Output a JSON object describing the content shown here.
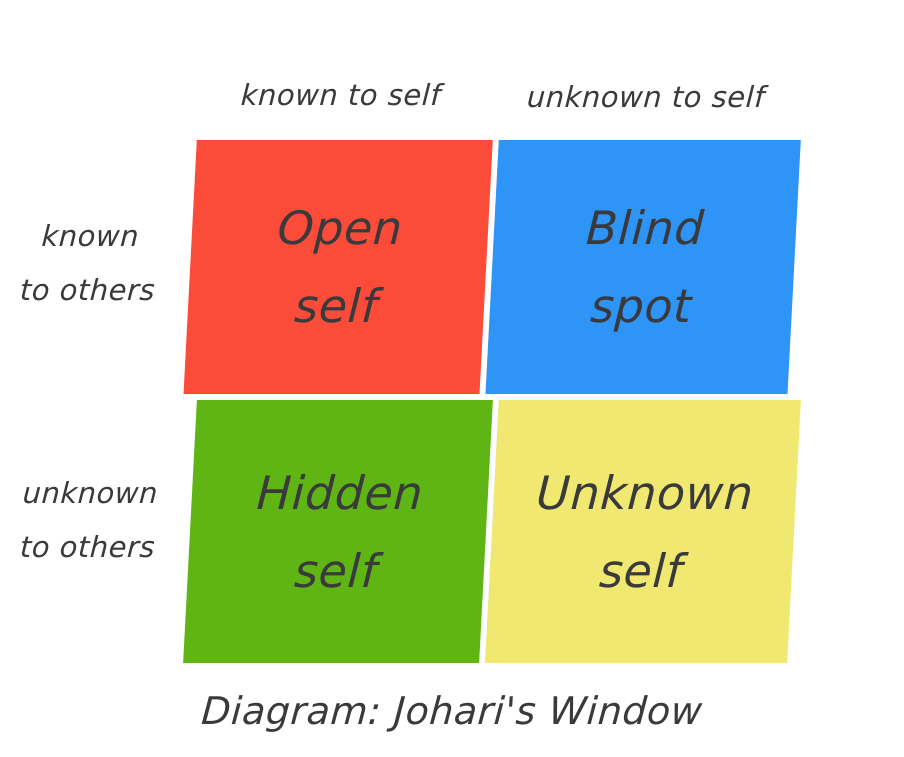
{
  "figure": {
    "caption": "Diagram: Johari's Window",
    "background_color": "#ffffff",
    "text_color": "#3a3a3c"
  },
  "axes": {
    "columns": [
      {
        "label": "known to self"
      },
      {
        "label": "unknown to self"
      }
    ],
    "rows": [
      {
        "line1": "known",
        "line2": "to others"
      },
      {
        "line1": "unknown",
        "line2": "to others"
      }
    ]
  },
  "chart_data": {
    "type": "table",
    "title": "Diagram: Johari's Window",
    "xlabel": "",
    "ylabel": "",
    "categories": [
      "known to self",
      "unknown to self"
    ],
    "row_categories": [
      "known to others",
      "unknown to others"
    ],
    "cells": [
      {
        "row": "known to others",
        "column": "known to self",
        "label": "Open self",
        "line1": "Open",
        "line2": "self",
        "color": "#fb4b39"
      },
      {
        "row": "known to others",
        "column": "unknown to self",
        "label": "Blind spot",
        "line1": "Blind",
        "line2": "spot",
        "color": "#2e94f5"
      },
      {
        "row": "unknown to others",
        "column": "known to self",
        "label": "Hidden self",
        "line1": "Hidden",
        "line2": "self",
        "color": "#5fb513"
      },
      {
        "row": "unknown to others",
        "column": "unknown to self",
        "label": "Unknown self",
        "line1": "Unknown",
        "line2": "self",
        "color": "#f0e870"
      }
    ],
    "grid": false,
    "legend": "none"
  }
}
